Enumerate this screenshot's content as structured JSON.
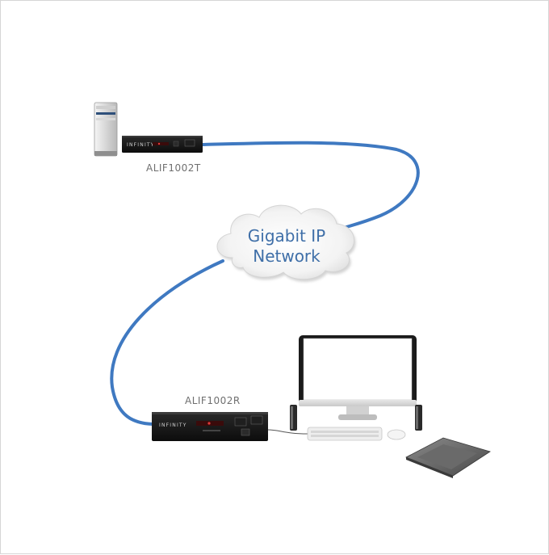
{
  "transmitter": {
    "label": "ALIF1002T",
    "brand": "INFINITY"
  },
  "receiver": {
    "label": "ALIF1002R",
    "brand": "INFINITY"
  },
  "network": {
    "line1": "Gigabit IP",
    "line2": "Network"
  },
  "colors": {
    "cable": "#3f79c1",
    "cloud_text": "#3f6fa8",
    "unit_body": "#141414",
    "label_text": "#6f6f6f"
  }
}
